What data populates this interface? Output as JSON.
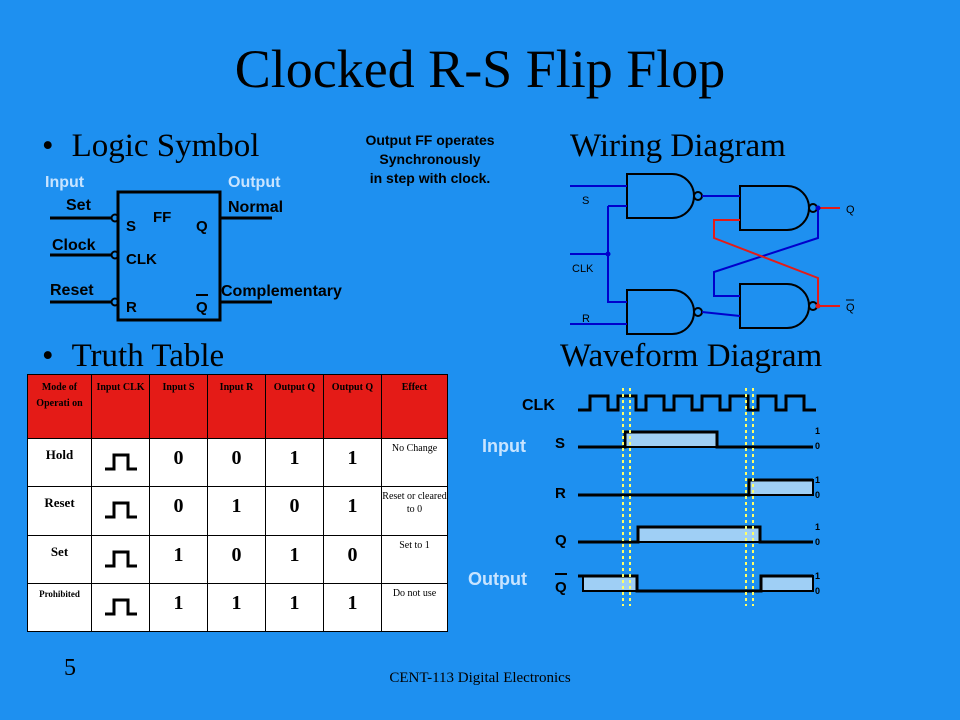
{
  "slide": {
    "title": "Clocked R-S Flip Flop",
    "page_number": "5",
    "course": "CENT-113 Digital Electronics"
  },
  "sections": {
    "bullet": "•",
    "logic_symbol": "Logic Symbol",
    "wiring_diagram": "Wiring Diagram",
    "truth_table": "Truth Table",
    "waveform_diagram": "Waveform Diagram"
  },
  "note": {
    "line1": "Output FF operates",
    "line2": "Synchronously",
    "line3": "in step with clock."
  },
  "logic_symbol": {
    "input_heading": "Input",
    "output_heading": "Output",
    "set_label": "Set",
    "clock_label": "Clock",
    "reset_label": "Reset",
    "normal_label": "Normal",
    "complementary_label": "Complementary",
    "block_name": "FF",
    "pin_s": "S",
    "pin_clk": "CLK",
    "pin_r": "R",
    "pin_q": "Q",
    "pin_qbar": "Q"
  },
  "wiring": {
    "s_label": "S",
    "clk_label": "CLK",
    "r_label": "R",
    "q_label": "Q",
    "qbar_label": "Q"
  },
  "truth_table": {
    "headers": [
      "Mode of Operati on",
      "Input CLK",
      "Input S",
      "Input R",
      "Output Q",
      "Output Q",
      "Effect"
    ],
    "rows": [
      {
        "mode": "Hold",
        "s": "0",
        "r": "0",
        "q": "1",
        "qbar": "1",
        "effect": "No Change"
      },
      {
        "mode": "Reset",
        "s": "0",
        "r": "1",
        "q": "0",
        "qbar": "1",
        "effect": "Reset or cleared to 0"
      },
      {
        "mode": "Set",
        "s": "1",
        "r": "0",
        "q": "1",
        "qbar": "0",
        "effect": "Set to 1"
      },
      {
        "mode": "Prohibited",
        "s": "1",
        "r": "1",
        "q": "1",
        "qbar": "1",
        "effect": "Do not use"
      }
    ]
  },
  "waveform": {
    "clk_label": "CLK",
    "input_label": "Input",
    "output_label": "Output",
    "s_label": "S",
    "r_label": "R",
    "q_label": "Q",
    "qbar_label": "Q",
    "level_high": "1",
    "level_low": "0",
    "fill_color": "#9FCFF5",
    "label_color": "#C8E4FF"
  },
  "colors": {
    "background": "#1E90F0",
    "table_header": "#E41B17",
    "wire_red": "#E41B17",
    "wire_blue": "#0000CC",
    "marker_yellow": "#FFFF66"
  }
}
